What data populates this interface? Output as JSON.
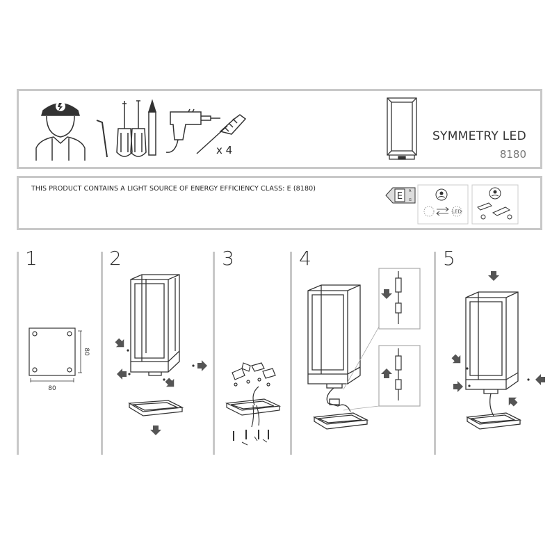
{
  "product": {
    "name": "SYMMETRY LED",
    "code": "8180"
  },
  "tools": {
    "items": [
      "electrician-helmet",
      "allen-key",
      "screwdriver-phillips",
      "screwdriver-flat",
      "pencil",
      "drill",
      "wall-plug"
    ],
    "plug_count": "x 4"
  },
  "energy": {
    "text": "THIS PRODUCT CONTAINS A LIGHT SOURCE OF ENERGY EFFICIENCY CLASS: E (8180)",
    "class": "E",
    "scale_top": "A",
    "scale_bottom": "G",
    "led_label": "LED"
  },
  "steps": [
    {
      "number": "1",
      "dim_width": "80",
      "dim_height": "80"
    },
    {
      "number": "2"
    },
    {
      "number": "3"
    },
    {
      "number": "4"
    },
    {
      "number": "5"
    }
  ],
  "colors": {
    "border": "#c8c8c8",
    "line": "#333333",
    "arrow": "#555555"
  }
}
